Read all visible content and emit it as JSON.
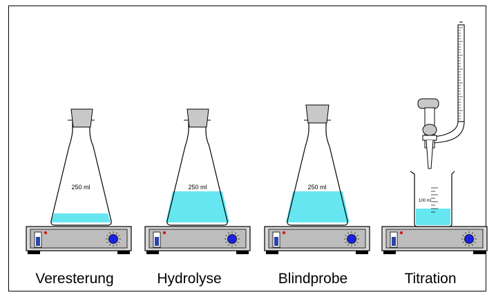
{
  "stations": [
    {
      "label": "Veresterung",
      "flask_label": "250 ml"
    },
    {
      "label": "Hydrolyse",
      "flask_label": "250 ml"
    },
    {
      "label": "Blindprobe",
      "flask_label": "250 ml"
    },
    {
      "label": "Titration",
      "beaker_label": "100 ml"
    }
  ],
  "colors": {
    "liquid": "#66e6f0",
    "stirrer_body": "#d8d8d8",
    "knob": "#1a22e0",
    "indicator_light": "#cc1b1b",
    "switch": "#2b44a8"
  }
}
